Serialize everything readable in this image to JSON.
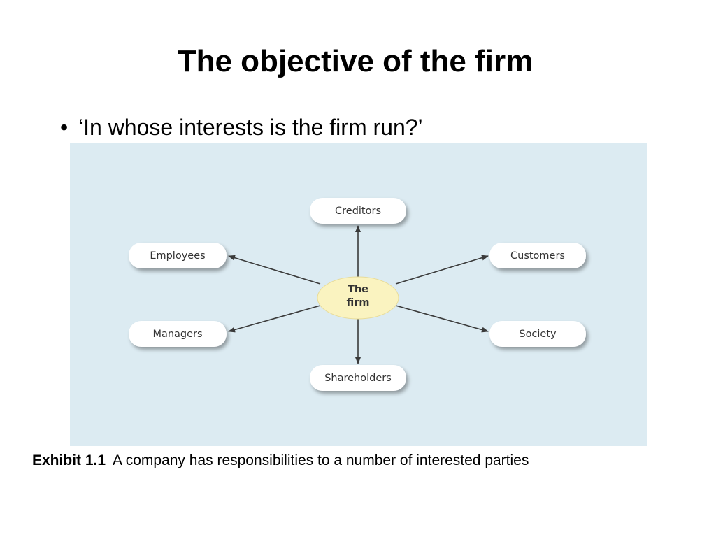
{
  "slide": {
    "title": "The objective of the firm",
    "bullet": "‘In whose interests is the firm run?’",
    "bullet_marker": "•"
  },
  "diagram": {
    "background_color": "#dcebf2",
    "hub_color": "#faf3c0",
    "node_color": "#ffffff",
    "arrow_color": "#3a3a3a",
    "hub": {
      "line1": "The",
      "line2": "firm"
    },
    "nodes": {
      "creditors": "Creditors",
      "employees": "Employees",
      "customers": "Customers",
      "managers": "Managers",
      "society": "Society",
      "shareholders": "Shareholders"
    },
    "edges": [
      {
        "from": "hub",
        "to": "creditors"
      },
      {
        "from": "hub",
        "to": "employees"
      },
      {
        "from": "hub",
        "to": "customers"
      },
      {
        "from": "hub",
        "to": "managers"
      },
      {
        "from": "hub",
        "to": "society"
      },
      {
        "from": "hub",
        "to": "shareholders"
      }
    ]
  },
  "caption": {
    "label": "Exhibit 1.1",
    "text": "A company has responsibilities to a number of interested parties"
  }
}
